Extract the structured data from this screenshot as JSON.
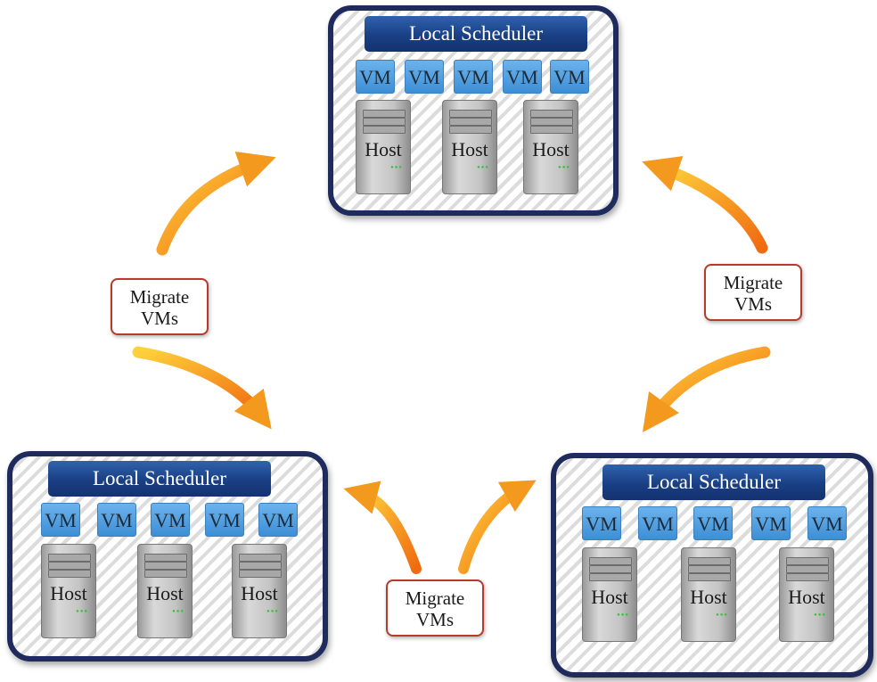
{
  "clusters": [
    {
      "scheduler": "Local Scheduler",
      "vms": [
        "VM",
        "VM",
        "VM",
        "VM",
        "VM"
      ],
      "hosts": [
        "Host",
        "Host",
        "Host"
      ]
    },
    {
      "scheduler": "Local Scheduler",
      "vms": [
        "VM",
        "VM",
        "VM",
        "VM",
        "VM"
      ],
      "hosts": [
        "Host",
        "Host",
        "Host"
      ]
    },
    {
      "scheduler": "Local Scheduler",
      "vms": [
        "VM",
        "VM",
        "VM",
        "VM",
        "VM"
      ],
      "hosts": [
        "Host",
        "Host",
        "Host"
      ]
    }
  ],
  "migrate_labels": [
    {
      "line1": "Migrate",
      "line2": "VMs"
    },
    {
      "line1": "Migrate",
      "line2": "VMs"
    },
    {
      "line1": "Migrate",
      "line2": "VMs"
    }
  ],
  "colors": {
    "cluster_border": "#1f2b5c",
    "scheduler_fill": "#1a3f84",
    "vm_fill": "#4a9ade",
    "arrow_start": "#ffcc33",
    "arrow_end": "#f07010",
    "migrate_border": "#b73a2a"
  }
}
